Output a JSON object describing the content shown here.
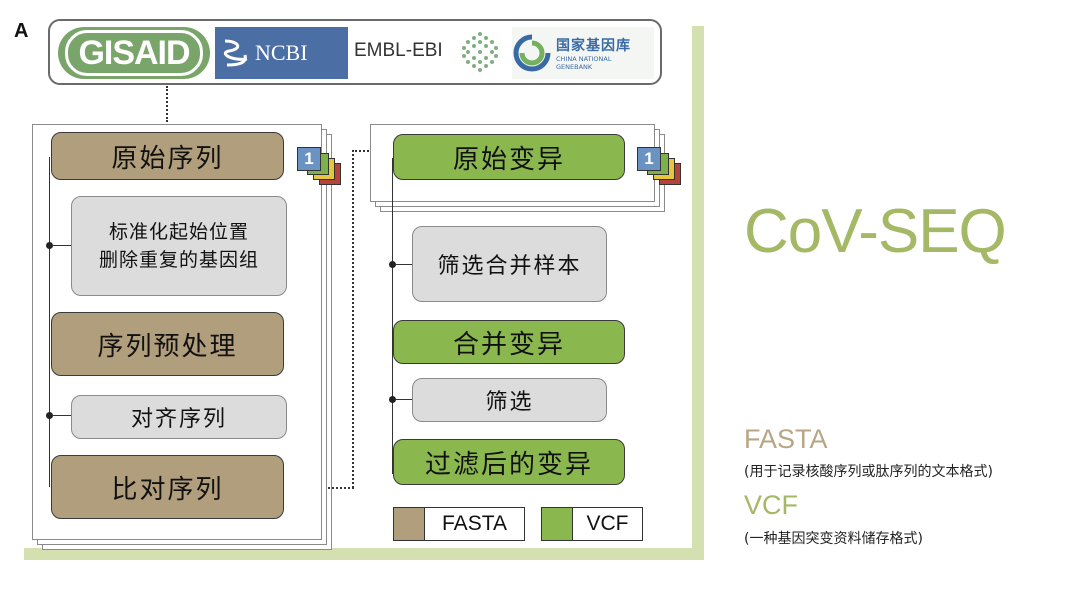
{
  "panel_label": "A",
  "databases": {
    "gisaid": "GISAID",
    "ncbi": "NCBI",
    "embl": "EMBL-EBI",
    "cngb_cn": "国家基因库",
    "cngb_en_1": "CHINA NATIONAL",
    "cngb_en_2": "GENEBANK"
  },
  "left_panel": {
    "raw_sequence": "原始序列",
    "normalize_line1": "标准化起始位置",
    "normalize_line2": "删除重复的基因组",
    "preprocess": "序列预处理",
    "align": "对齐序列",
    "aligned": "比对序列",
    "badge": "1"
  },
  "right_panel": {
    "raw_variants": "原始变异",
    "filter_merge": "筛选合并样本",
    "merge_variants": "合并变异",
    "filter": "筛选",
    "filtered_variants": "过滤后的变异",
    "badge": "1"
  },
  "legend": {
    "fasta": "FASTA",
    "vcf": "VCF"
  },
  "side": {
    "title": "CoV-SEQ",
    "fasta_title": "FASTA",
    "fasta_desc": "(用于记录核酸序列或肽序列的文本格式)",
    "vcf_title": "VCF",
    "vcf_desc": "(一种基因突变资料储存格式)"
  },
  "colors": {
    "fasta_brown": "#b19e7c",
    "vcf_green": "#8ab84f",
    "title_green": "#a5b865",
    "badge_blue": "#6b93c2"
  }
}
